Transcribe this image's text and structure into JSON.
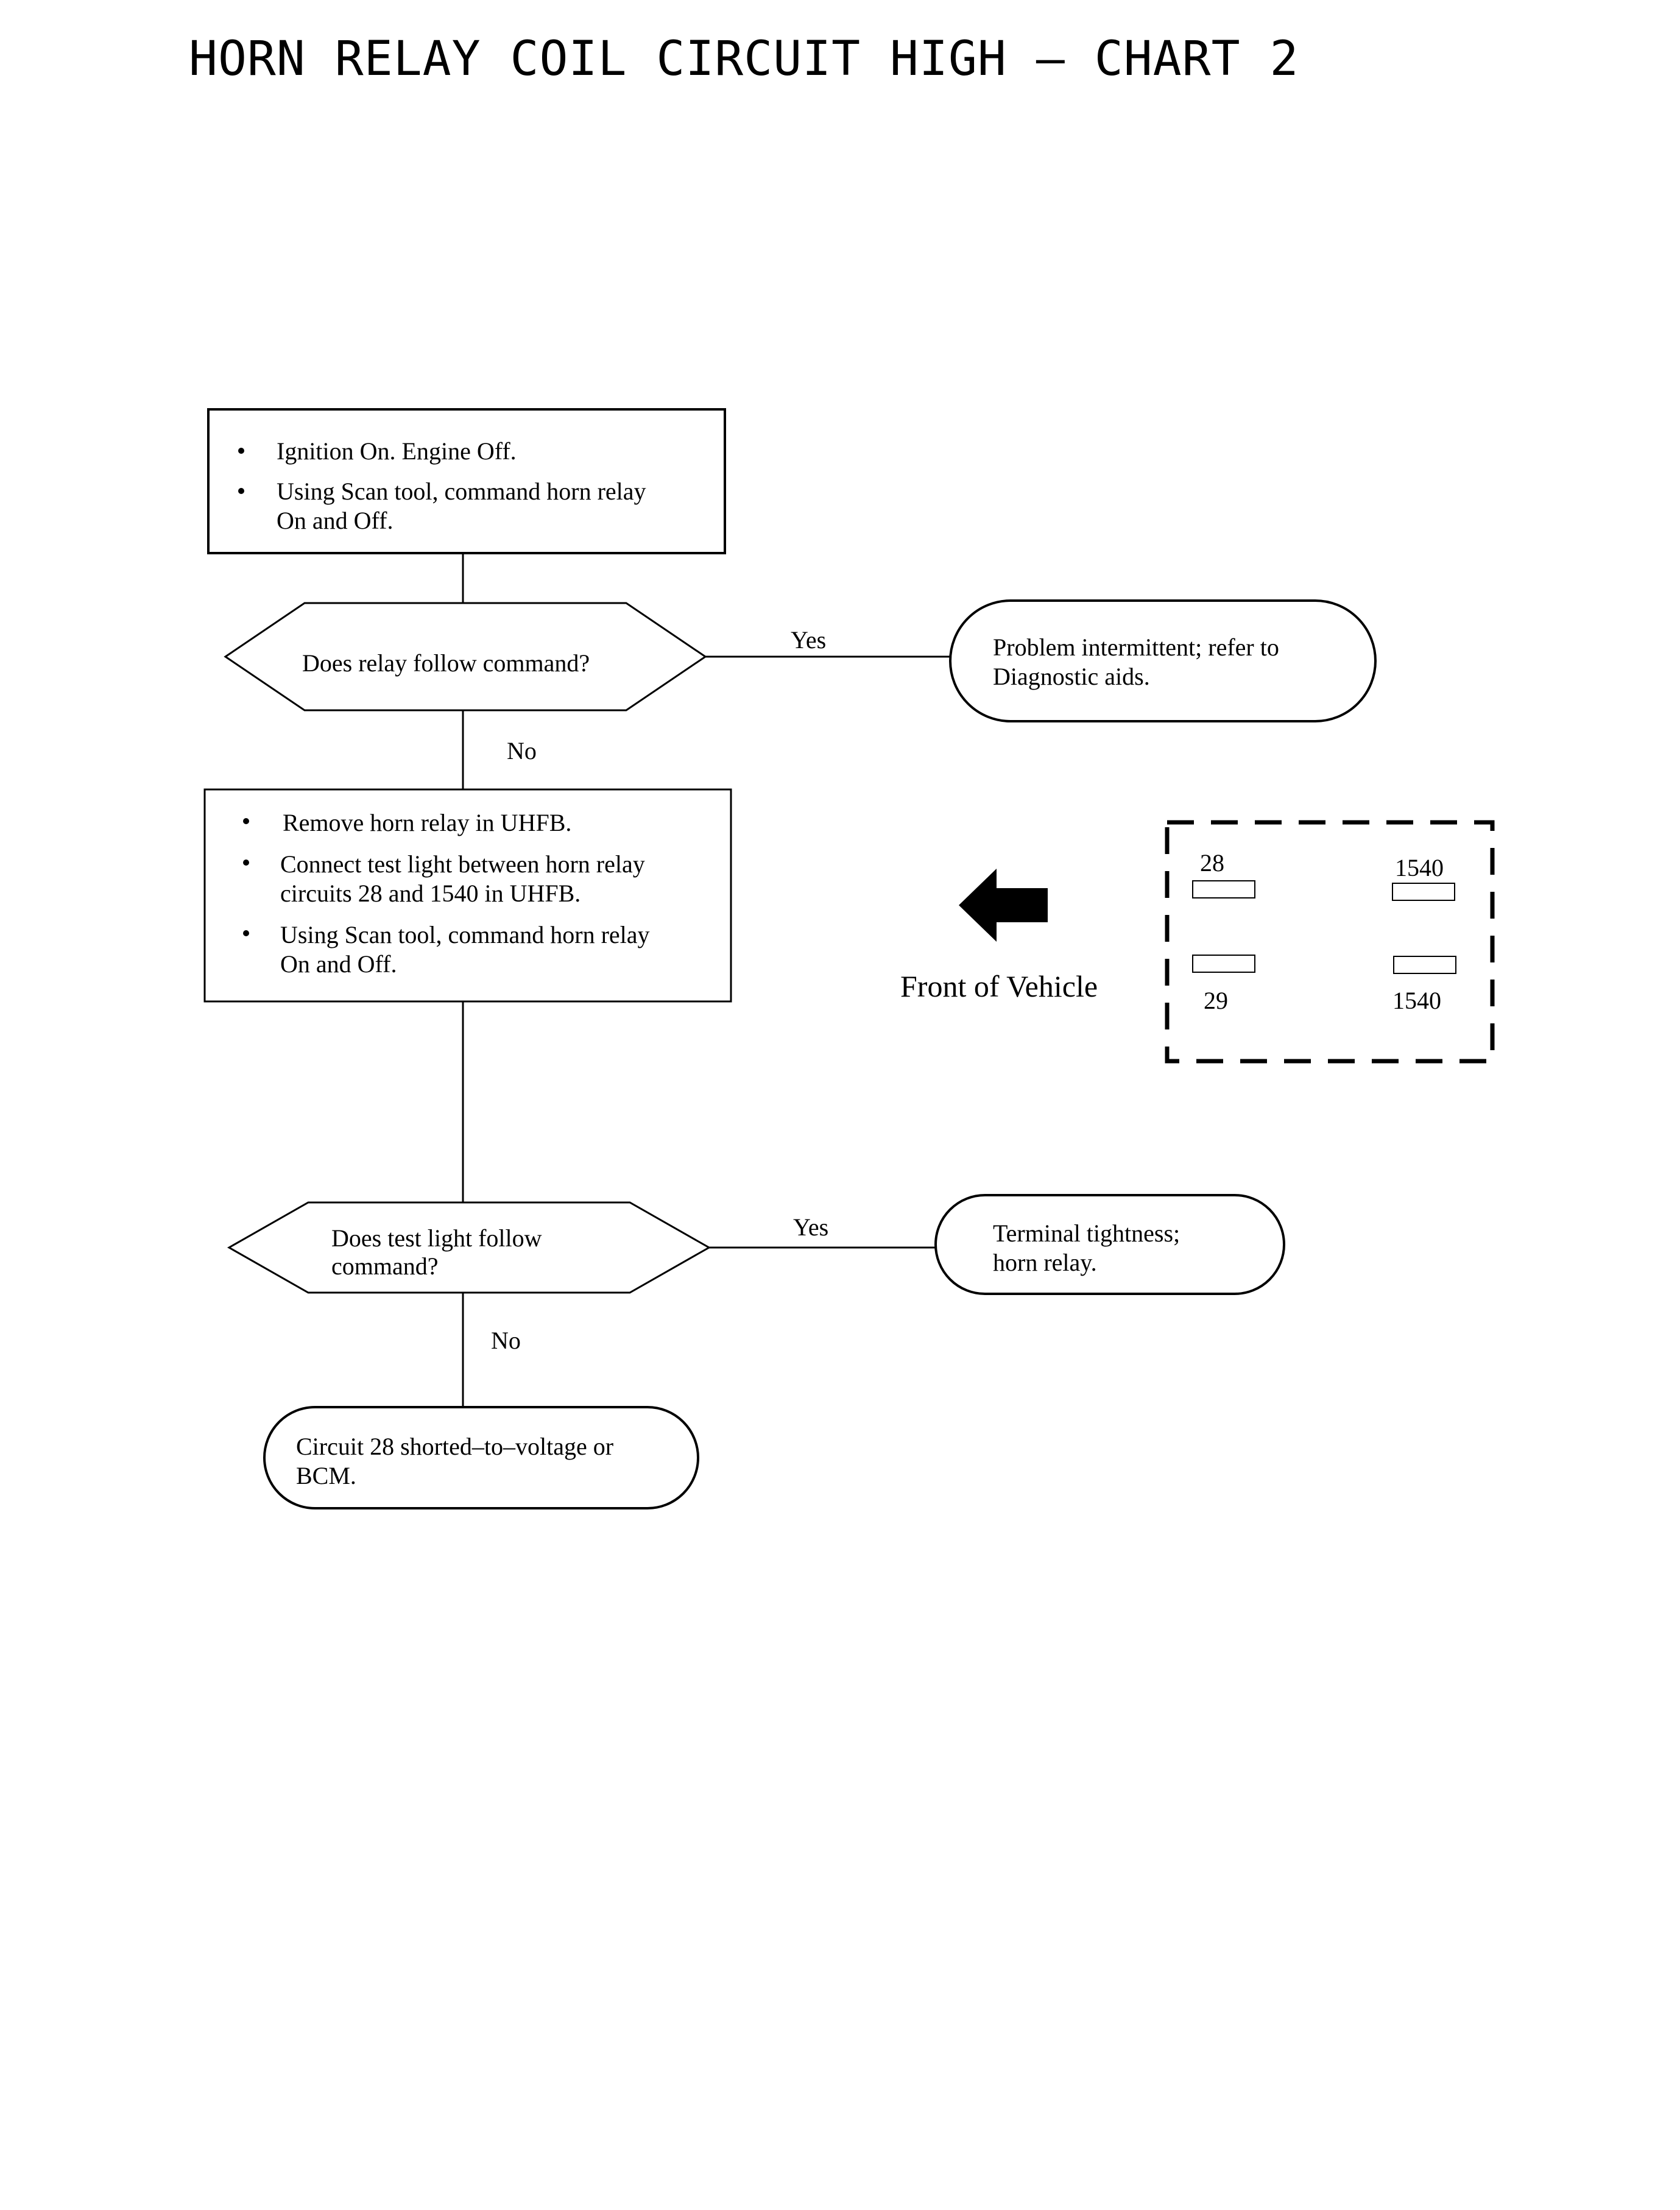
{
  "title": "HORN RELAY COIL CIRCUIT HIGH – CHART 2",
  "step1": {
    "bullets": [
      [
        "Ignition On. Engine Off."
      ],
      [
        "Using Scan tool, command horn relay",
        "On and Off."
      ]
    ]
  },
  "decision1": {
    "text": [
      "Does relay follow command?"
    ],
    "yes_label": "Yes",
    "no_label": "No"
  },
  "result1": {
    "text": [
      "Problem intermittent; refer to",
      "Diagnostic aids."
    ]
  },
  "step2": {
    "bullets": [
      [
        "Remove horn relay in UHFB."
      ],
      [
        "Connect test light between horn relay",
        "circuits 28 and 1540 in UHFB."
      ],
      [
        "Using Scan tool, command horn relay",
        "On and Off."
      ]
    ]
  },
  "decision2": {
    "text": [
      "Does test light follow",
      "command?"
    ],
    "yes_label": "Yes",
    "no_label": "No"
  },
  "result2": {
    "text": [
      "Terminal tightness;",
      "horn relay."
    ]
  },
  "result3": {
    "text": [
      "Circuit 28 shorted–to–voltage or",
      "BCM."
    ]
  },
  "relay_diagram": {
    "arrow_icon": "left-arrow-icon",
    "front_label": "Front of Vehicle",
    "pins": [
      "28",
      "1540",
      "29",
      "1540"
    ]
  }
}
